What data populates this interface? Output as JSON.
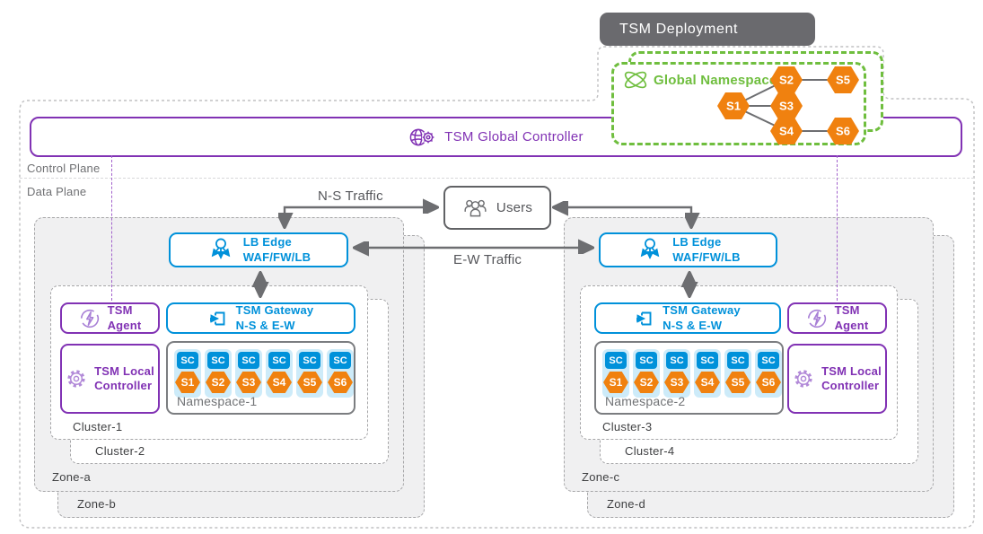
{
  "header": {
    "title": "TSM Deployment"
  },
  "global_namespace": {
    "label": "Global Namespace",
    "services": [
      "S1",
      "S2",
      "S3",
      "S4",
      "S5",
      "S6"
    ],
    "connections": [
      [
        "S1",
        "S2"
      ],
      [
        "S1",
        "S3"
      ],
      [
        "S1",
        "S4"
      ],
      [
        "S2",
        "S5"
      ],
      [
        "S4",
        "S6"
      ]
    ]
  },
  "controller": {
    "label": "TSM Global Controller"
  },
  "planes": {
    "control": "Control Plane",
    "data": "Data Plane"
  },
  "traffic": {
    "north_south": "N-S Traffic",
    "east_west": "E-W Traffic"
  },
  "users": {
    "label": "Users"
  },
  "boxes": {
    "lb_edge": {
      "line1": "LB Edge",
      "line2": "WAF/FW/LB"
    },
    "gateway": {
      "line1": "TSM Gateway",
      "line2": "N-S & E-W"
    },
    "agent": {
      "line1": "TSM",
      "line2": "Agent"
    },
    "local_controller": {
      "line1": "TSM Local",
      "line2": "Controller"
    },
    "service_chip": "SC"
  },
  "sites": {
    "left": {
      "namespace": "Namespace-1",
      "services": [
        "S1",
        "S2",
        "S3",
        "S4",
        "S5",
        "S6"
      ],
      "cluster_front": "Cluster-1",
      "cluster_back": "Cluster-2",
      "zone_front": "Zone-a",
      "zone_back": "Zone-b"
    },
    "right": {
      "namespace": "Namespace-2",
      "services": [
        "S1",
        "S2",
        "S3",
        "S4",
        "S5",
        "S6"
      ],
      "cluster_front": "Cluster-3",
      "cluster_back": "Cluster-4",
      "zone_front": "Zone-c",
      "zone_back": "Zone-d"
    }
  },
  "colors": {
    "purple": "#8132b4",
    "blue": "#0091da",
    "orange": "#f0810f",
    "green": "#6fbe3e",
    "arrow_gray": "#6d6e71",
    "header_gray": "#6a6a6e",
    "service_bg": "#cdebf9",
    "zone_fill": "#f0f0f1"
  }
}
